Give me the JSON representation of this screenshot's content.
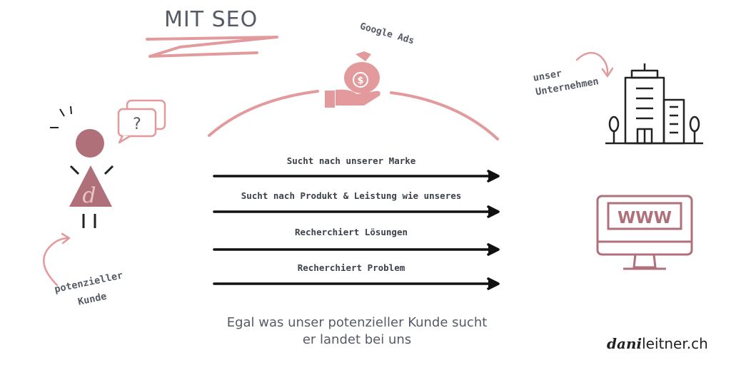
{
  "title": "MIT SEO",
  "google_ads_label": "Google Ads",
  "company_label": [
    "unser",
    "Unternehmen"
  ],
  "customer_label": [
    "potenzieller",
    "Kunde"
  ],
  "customer_monogram": "d",
  "question_mark": "?",
  "www_label": "WWW",
  "search_intents": [
    "Sucht nach unserer Marke",
    "Sucht nach Produkt & Leistung wie unseres",
    "Recherchiert Lösungen",
    "Recherchiert Problem"
  ],
  "tagline": [
    "Egal was unser potenzieller Kunde sucht",
    "er landet bei uns"
  ],
  "brand": {
    "part1": "dani",
    "part2": "leitner.ch"
  },
  "colors": {
    "accent": "#e39a9c",
    "dark_rose": "#b07079",
    "text": "#555a66",
    "line": "#111111"
  }
}
